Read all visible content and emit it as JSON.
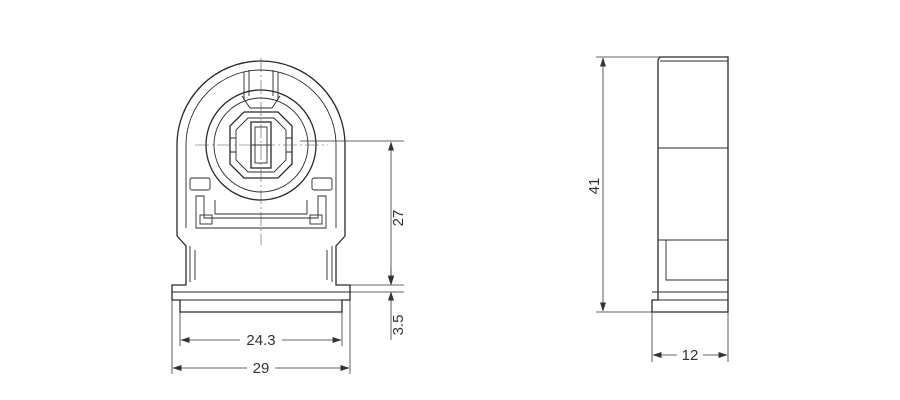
{
  "front_view": {
    "dim_overall_width": "29",
    "dim_inner_width": "24.3",
    "dim_height_to_center": "27",
    "dim_base_offset": "3.5"
  },
  "side_view": {
    "dim_height": "41",
    "dim_depth": "12"
  }
}
